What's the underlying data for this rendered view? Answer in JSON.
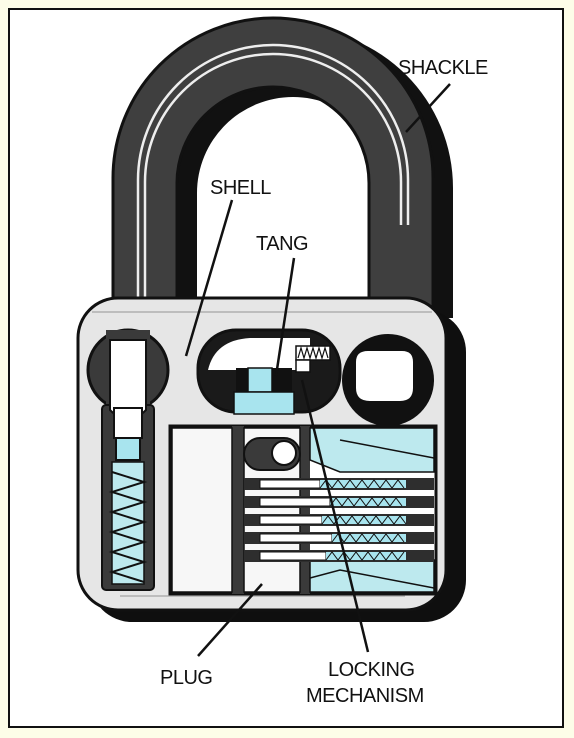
{
  "labels": {
    "shackle": "SHACKLE",
    "shell": "SHELL",
    "tang": "TANG",
    "plug": "PLUG",
    "locking_line1": "LOCKING",
    "locking_line2": "MECHANISM"
  },
  "colors": {
    "background": "#fdfde8",
    "frame_border": "#111111",
    "shackle_dark": "#3f3f3f",
    "shackle_highlight": "#eeeeee",
    "shell_body": "#e6e6e6",
    "shell_shadow": "#0f0f0f",
    "spring_cyan": "#bde9ee",
    "pin_cyan": "#a8e4ee",
    "cam_black": "#111111",
    "plug_white": "#f7f7f7"
  },
  "icons": [
    "padlock-cutaway-illustration"
  ]
}
